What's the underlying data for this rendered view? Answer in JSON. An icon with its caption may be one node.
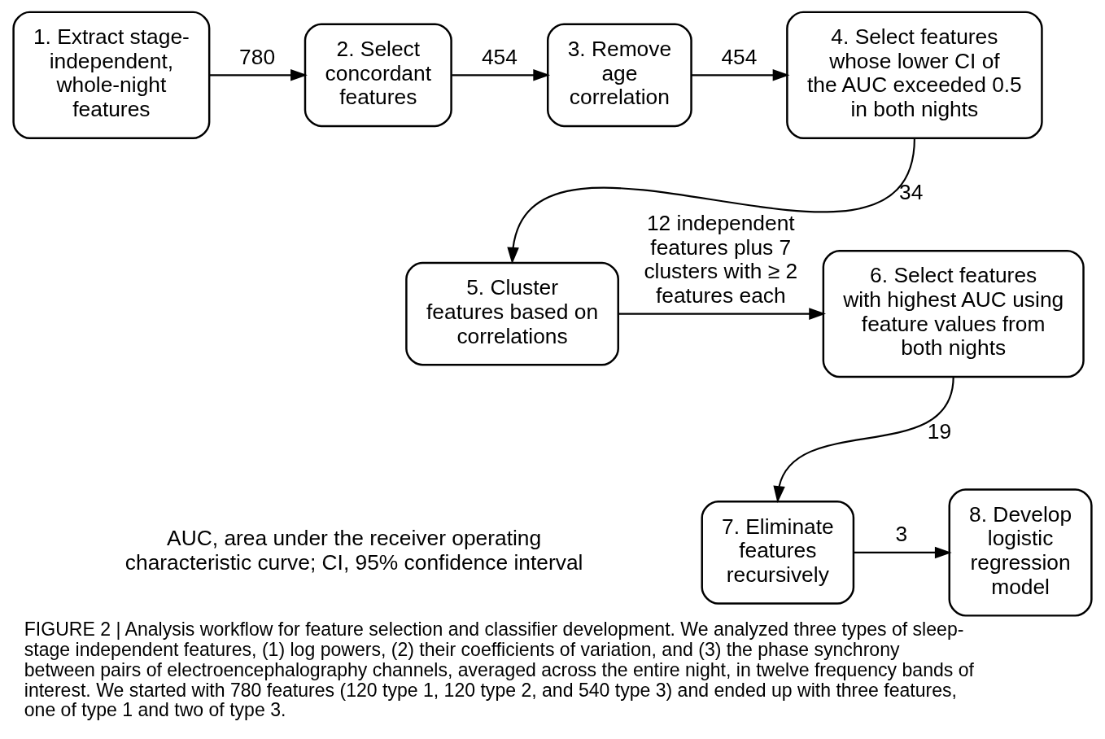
{
  "diagram": {
    "caption": "FIGURE 2 | Analysis workflow for feature selection and classifier development. We analyzed three types of sleep-stage independent features, (1) log powers, (2) their coefficients of variation, and (3) the phase synchrony between pairs of electroencephalography channels, averaged across the entire night, in twelve frequency bands of interest. We started with 780 features (120 type 1, 120 type 2, and 540 type 3) and ended up with three features, one of type 1 and two of type 3.",
    "nodes": [
      {
        "text": [
          "1. Extract stage-independent, whole-night features"
        ]
      },
      {
        "text": [
          "2. Select concordant features"
        ]
      },
      {
        "text": [
          "3. Remove age correlation"
        ]
      },
      {
        "text": [
          "4. Select features whose lower CI of the AUC exceeded 0.5 in both nights"
        ]
      },
      {
        "text": [
          "5. Cluster features based on correlations"
        ]
      },
      {
        "text": [
          "6. Select features with highest AUC using feature values from both nights"
        ]
      },
      {
        "text": [
          "7. Eliminate features recursively"
        ]
      },
      {
        "text": [
          "8. Develop logistic regression model"
        ]
      }
    ],
    "edges": [
      {
        "from": 0,
        "to": 1,
        "arrow": "to",
        "label": "780"
      },
      {
        "from": 1,
        "to": 2,
        "arrow": "to",
        "label": "454"
      },
      {
        "from": 2,
        "to": 3,
        "arrow": "to",
        "label": "454"
      },
      {
        "from": 3,
        "to": 4,
        "arrow": "to",
        "label": "34"
      },
      {
        "from": 4,
        "to": 5,
        "arrow": "to",
        "label": "12 independent features plus 7 clusters with ≥ 2 features each"
      },
      {
        "from": 5,
        "to": 6,
        "arrow": "to",
        "label": "19"
      },
      {
        "from": 6,
        "to": 7,
        "arrow": "to",
        "label": "3"
      }
    ],
    "labels": [
      "AUC, area under the receiver operating characteristic curve; CI, 95% confidence interval"
    ]
  }
}
